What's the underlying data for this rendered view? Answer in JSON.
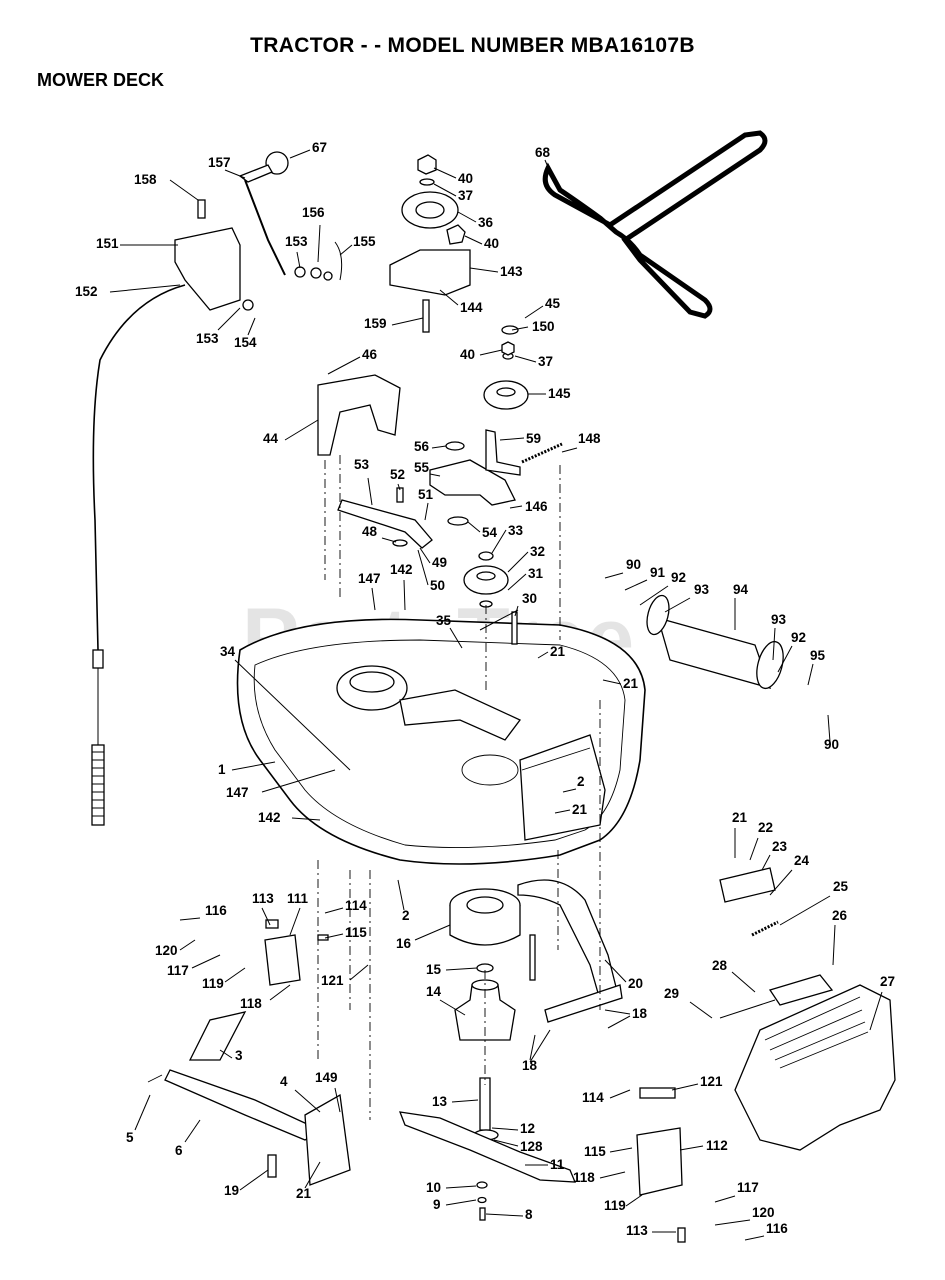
{
  "header": {
    "title": "TRACTOR - - MODEL NUMBER MBA16107B",
    "subtitle": "MOWER DECK"
  },
  "watermark": "PartsTree",
  "callouts": [
    {
      "id": "c67",
      "text": "67"
    },
    {
      "id": "c157",
      "text": "157"
    },
    {
      "id": "c158",
      "text": "158"
    },
    {
      "id": "c156",
      "text": "156"
    },
    {
      "id": "c153a",
      "text": "153"
    },
    {
      "id": "c155",
      "text": "155"
    },
    {
      "id": "c151",
      "text": "151"
    },
    {
      "id": "c152",
      "text": "152"
    },
    {
      "id": "c153b",
      "text": "153"
    },
    {
      "id": "c154",
      "text": "154"
    },
    {
      "id": "c40a",
      "text": "40"
    },
    {
      "id": "c37a",
      "text": "37"
    },
    {
      "id": "c36",
      "text": "36"
    },
    {
      "id": "c40b",
      "text": "40"
    },
    {
      "id": "c143",
      "text": "143"
    },
    {
      "id": "c144",
      "text": "144"
    },
    {
      "id": "c159",
      "text": "159"
    },
    {
      "id": "c68",
      "text": "68"
    },
    {
      "id": "c45",
      "text": "45"
    },
    {
      "id": "c150",
      "text": "150"
    },
    {
      "id": "c40c",
      "text": "40"
    },
    {
      "id": "c37b",
      "text": "37"
    },
    {
      "id": "c145",
      "text": "145"
    },
    {
      "id": "c46",
      "text": "46"
    },
    {
      "id": "c44",
      "text": "44"
    },
    {
      "id": "c56",
      "text": "56"
    },
    {
      "id": "c59",
      "text": "59"
    },
    {
      "id": "c148",
      "text": "148"
    },
    {
      "id": "c53",
      "text": "53"
    },
    {
      "id": "c52",
      "text": "52"
    },
    {
      "id": "c55",
      "text": "55"
    },
    {
      "id": "c51",
      "text": "51"
    },
    {
      "id": "c146",
      "text": "146"
    },
    {
      "id": "c54",
      "text": "54"
    },
    {
      "id": "c48",
      "text": "48"
    },
    {
      "id": "c33",
      "text": "33"
    },
    {
      "id": "c32",
      "text": "32"
    },
    {
      "id": "c49",
      "text": "49"
    },
    {
      "id": "c50",
      "text": "50"
    },
    {
      "id": "c31",
      "text": "31"
    },
    {
      "id": "c90a",
      "text": "90"
    },
    {
      "id": "c91",
      "text": "91"
    },
    {
      "id": "c92a",
      "text": "92"
    },
    {
      "id": "c93a",
      "text": "93"
    },
    {
      "id": "c94",
      "text": "94"
    },
    {
      "id": "c147a",
      "text": "147"
    },
    {
      "id": "c142a",
      "text": "142"
    },
    {
      "id": "c30",
      "text": "30"
    },
    {
      "id": "c35",
      "text": "35"
    },
    {
      "id": "c21a",
      "text": "21"
    },
    {
      "id": "c34",
      "text": "34"
    },
    {
      "id": "c21b",
      "text": "21"
    },
    {
      "id": "c93b",
      "text": "93"
    },
    {
      "id": "c92b",
      "text": "92"
    },
    {
      "id": "c95",
      "text": "95"
    },
    {
      "id": "c90b",
      "text": "90"
    },
    {
      "id": "c1",
      "text": "1"
    },
    {
      "id": "c147b",
      "text": "147"
    },
    {
      "id": "c2a",
      "text": "2"
    },
    {
      "id": "c21c",
      "text": "21"
    },
    {
      "id": "c142b",
      "text": "142"
    },
    {
      "id": "c21d",
      "text": "21"
    },
    {
      "id": "c22",
      "text": "22"
    },
    {
      "id": "c23",
      "text": "23"
    },
    {
      "id": "c24",
      "text": "24"
    },
    {
      "id": "c25",
      "text": "25"
    },
    {
      "id": "c2b",
      "text": "2"
    },
    {
      "id": "c113a",
      "text": "113"
    },
    {
      "id": "c116a",
      "text": "116"
    },
    {
      "id": "c111",
      "text": "111"
    },
    {
      "id": "c114a",
      "text": "114"
    },
    {
      "id": "c115a",
      "text": "115"
    },
    {
      "id": "c120a",
      "text": "120"
    },
    {
      "id": "c117a",
      "text": "117"
    },
    {
      "id": "c119a",
      "text": "119"
    },
    {
      "id": "c121a",
      "text": "121"
    },
    {
      "id": "c118a",
      "text": "118"
    },
    {
      "id": "c16",
      "text": "16"
    },
    {
      "id": "c15",
      "text": "15"
    },
    {
      "id": "c14",
      "text": "14"
    },
    {
      "id": "c20",
      "text": "20"
    },
    {
      "id": "c26",
      "text": "26"
    },
    {
      "id": "c28",
      "text": "28"
    },
    {
      "id": "c27",
      "text": "27"
    },
    {
      "id": "c29",
      "text": "29"
    },
    {
      "id": "c18a",
      "text": "18"
    },
    {
      "id": "c18b",
      "text": "18"
    },
    {
      "id": "c3",
      "text": "3"
    },
    {
      "id": "c4",
      "text": "4"
    },
    {
      "id": "c149",
      "text": "149"
    },
    {
      "id": "c5",
      "text": "5"
    },
    {
      "id": "c6",
      "text": "6"
    },
    {
      "id": "c13",
      "text": "13"
    },
    {
      "id": "c114b",
      "text": "114"
    },
    {
      "id": "c121b",
      "text": "121"
    },
    {
      "id": "c12",
      "text": "12"
    },
    {
      "id": "c128",
      "text": "128"
    },
    {
      "id": "c115b",
      "text": "115"
    },
    {
      "id": "c112",
      "text": "112"
    },
    {
      "id": "c11",
      "text": "11"
    },
    {
      "id": "c118b",
      "text": "118"
    },
    {
      "id": "c19",
      "text": "19"
    },
    {
      "id": "c21e",
      "text": "21"
    },
    {
      "id": "c10",
      "text": "10"
    },
    {
      "id": "c9",
      "text": "9"
    },
    {
      "id": "c117b",
      "text": "117"
    },
    {
      "id": "c119b",
      "text": "119"
    },
    {
      "id": "c8",
      "text": "8"
    },
    {
      "id": "c120b",
      "text": "120"
    },
    {
      "id": "c113b",
      "text": "113"
    },
    {
      "id": "c116b",
      "text": "116"
    }
  ]
}
